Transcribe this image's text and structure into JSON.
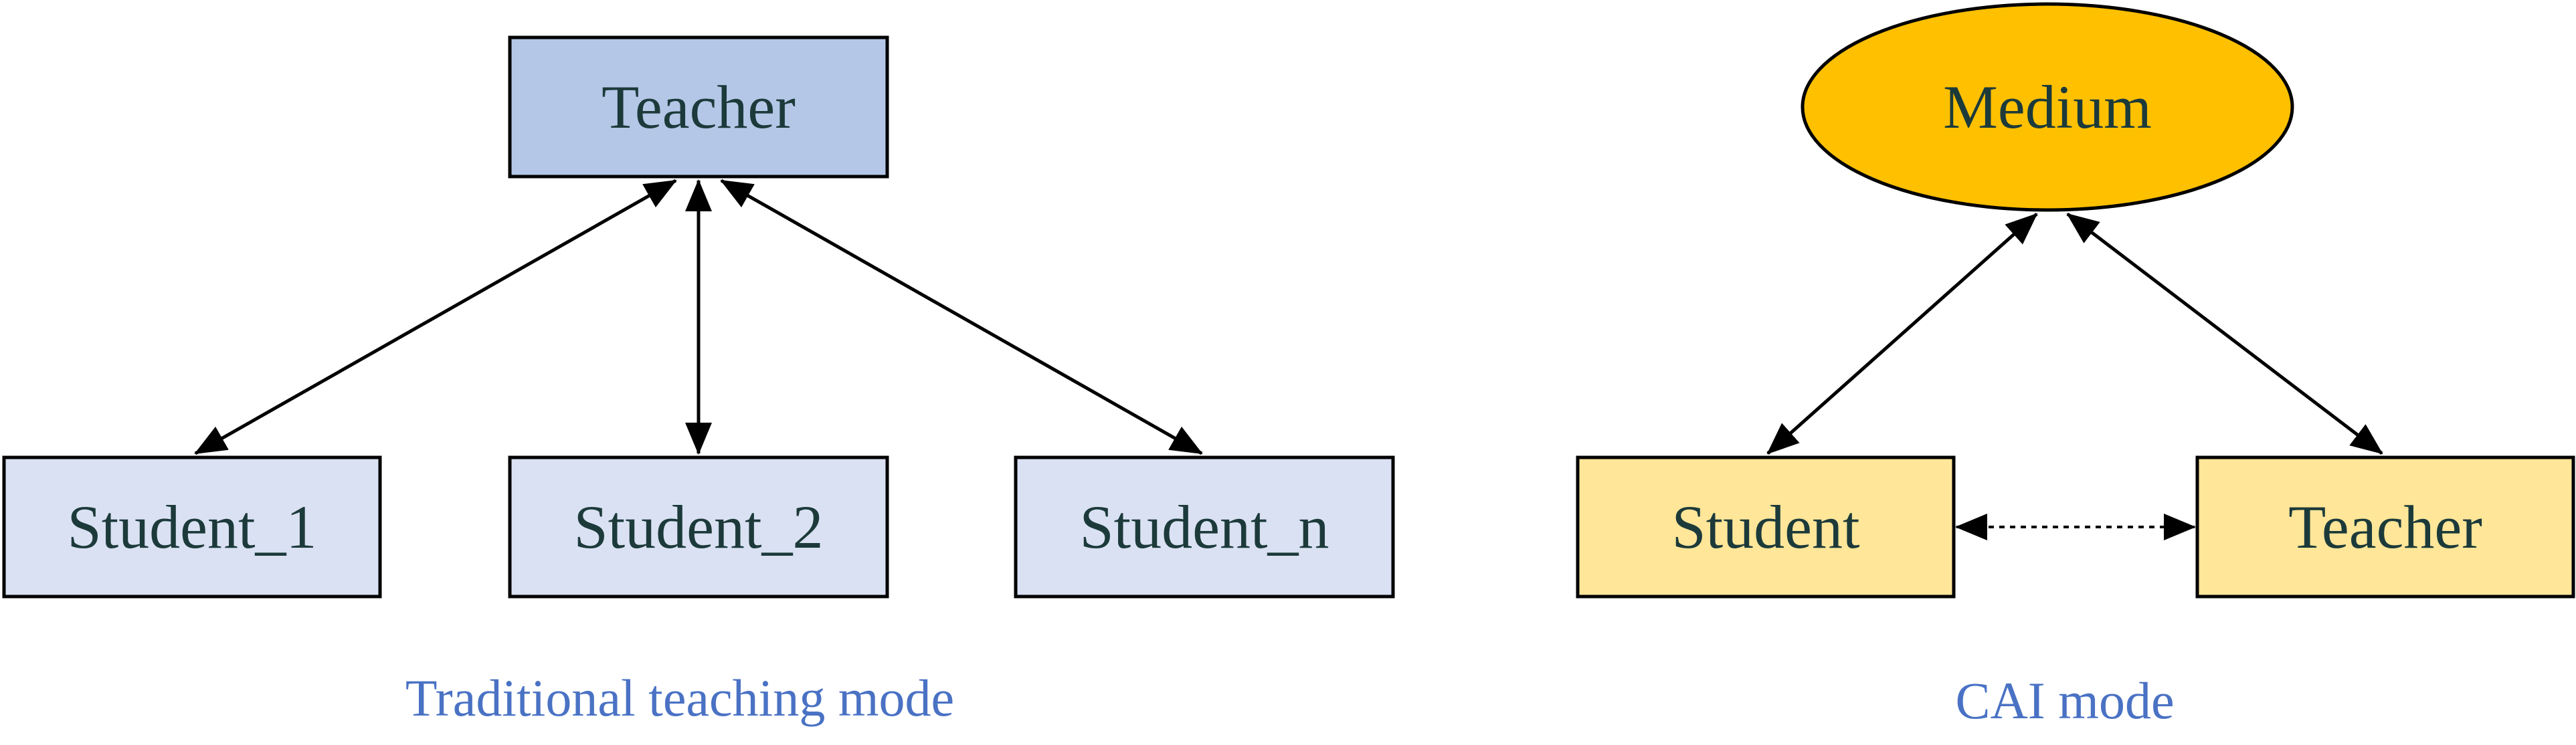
{
  "traditional": {
    "teacher": "Teacher",
    "student_1": "Student_1",
    "student_2": "Student_2",
    "student_n": "Student_n",
    "caption": "Traditional teaching mode"
  },
  "cai": {
    "medium": "Medium",
    "student": "Student",
    "teacher": "Teacher",
    "caption": "CAI mode"
  },
  "colors": {
    "teacher_fill": "#b4c7e7",
    "student_fill": "#dae1f3",
    "medium_fill": "#ffc000",
    "cai_box_fill": "#ffe699",
    "caption_color": "#4a72c4",
    "label_color": "#1c3a3a"
  }
}
